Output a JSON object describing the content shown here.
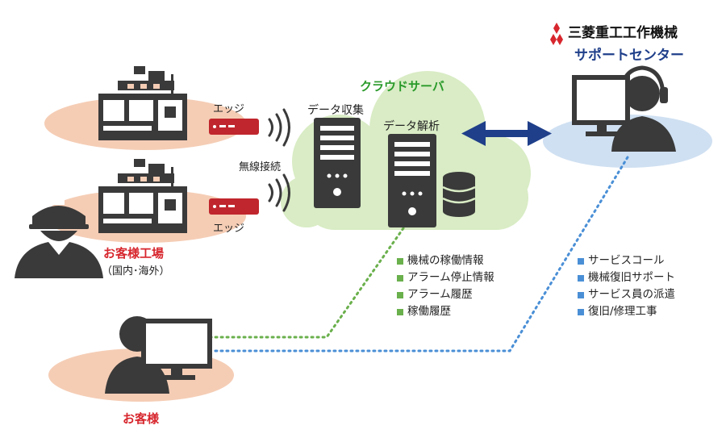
{
  "brand": {
    "logo_icon": "three-diamonds-icon",
    "name": "三菱重工工作機械",
    "subtitle": "サポートセンター",
    "color": "#d7262d"
  },
  "cloud": {
    "title": "クラウドサーバ",
    "collect_label": "データ収集",
    "analysis_label": "データ解析"
  },
  "factory": {
    "edge_label_1": "エッジ",
    "edge_label_2": "エッジ",
    "wireless_label": "無線接続",
    "title": "お客様工場",
    "subtitle": "（国内･海外）"
  },
  "customer": {
    "title": "お客様"
  },
  "data_list": [
    {
      "label": "機械の稼働情報"
    },
    {
      "label": "アラーム停止情報"
    },
    {
      "label": "アラーム履歴"
    },
    {
      "label": "稼働履歴"
    }
  ],
  "service_list": [
    {
      "label": "サービスコール"
    },
    {
      "label": "機械復旧サポート"
    },
    {
      "label": "サービス員の派遣"
    },
    {
      "label": "復旧/修理工事"
    }
  ],
  "colors": {
    "accent_red": "#d7262d",
    "cloud_green": "#2a9a2a",
    "navy": "#1f3f8a",
    "icon_gray": "#3a3a3a",
    "green_link": "#6ab04c",
    "blue_link": "#4a8fd6"
  }
}
